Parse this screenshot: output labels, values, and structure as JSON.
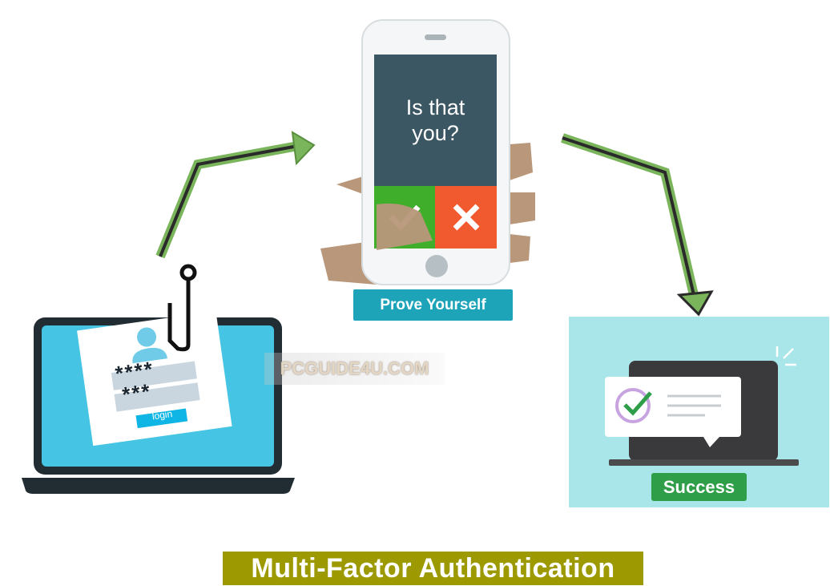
{
  "phone": {
    "prompt_line1": "Is that",
    "prompt_line2": "you?"
  },
  "buttons": {
    "prove": "Prove Yourself",
    "success": "Success"
  },
  "login_card": {
    "username_mask": "****",
    "password_mask": "***",
    "login_label": "login"
  },
  "watermark": "PCGUIDE4U.COM",
  "title": "Multi-Factor Authentication",
  "colors": {
    "arrow": "#7ab55c",
    "prove": "#1ea4b9",
    "success": "#2f9e48",
    "title_bg": "#9c9a00",
    "screen": "#45c4e3",
    "panel": "#a8e6ea"
  }
}
